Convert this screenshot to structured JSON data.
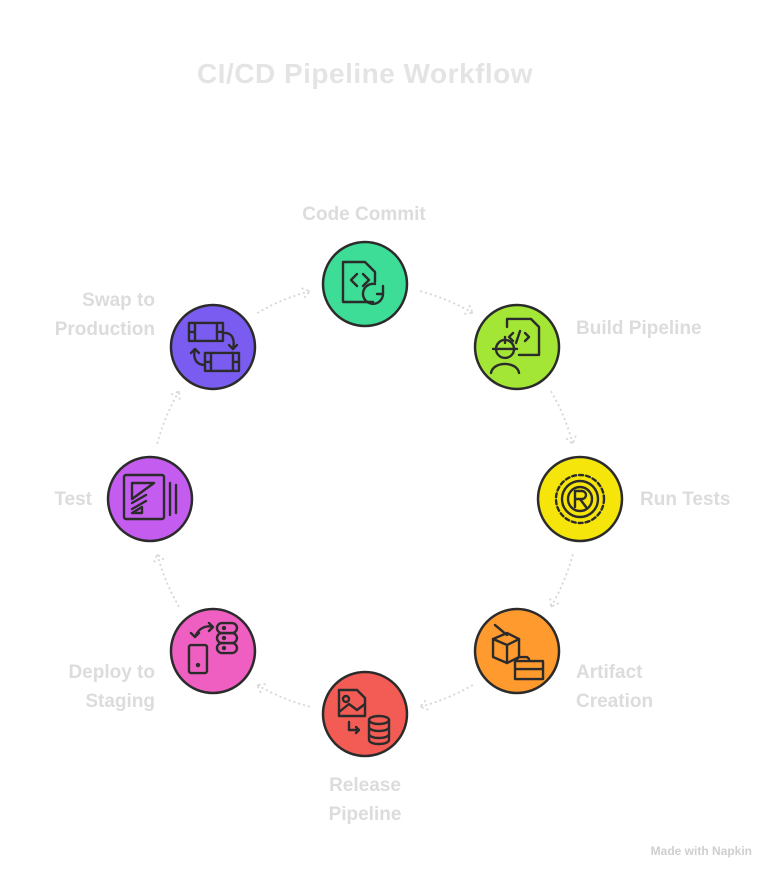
{
  "title": "CI/CD Pipeline Workflow",
  "footer": "Made with Napkin",
  "steps": [
    {
      "id": "code-commit",
      "label": "Code Commit",
      "icon": "code-file-refresh-icon",
      "color": "#3ddc97"
    },
    {
      "id": "build-pipeline",
      "label": "Build Pipeline",
      "icon": "developer-code-icon",
      "color": "#a3e635"
    },
    {
      "id": "run-tests",
      "label": "Run Tests",
      "icon": "gear-registered-icon",
      "color": "#f5e50a"
    },
    {
      "id": "artifact-creation",
      "label": "Artifact\nCreation",
      "icon": "box-pencil-folder-icon",
      "color": "#ff9a2e"
    },
    {
      "id": "release-pipeline",
      "label": "Release\nPipeline",
      "icon": "image-to-database-icon",
      "color": "#f25c54"
    },
    {
      "id": "deploy-to-staging",
      "label": "Deploy to\nStaging",
      "icon": "device-server-sync-icon",
      "color": "#ef5fc1"
    },
    {
      "id": "test",
      "label": "Test",
      "icon": "test-document-icon",
      "color": "#c55cf0"
    },
    {
      "id": "swap-to-production",
      "label": "Swap to\nProduction",
      "icon": "swap-arrows-icon",
      "color": "#7b5cf0"
    }
  ]
}
